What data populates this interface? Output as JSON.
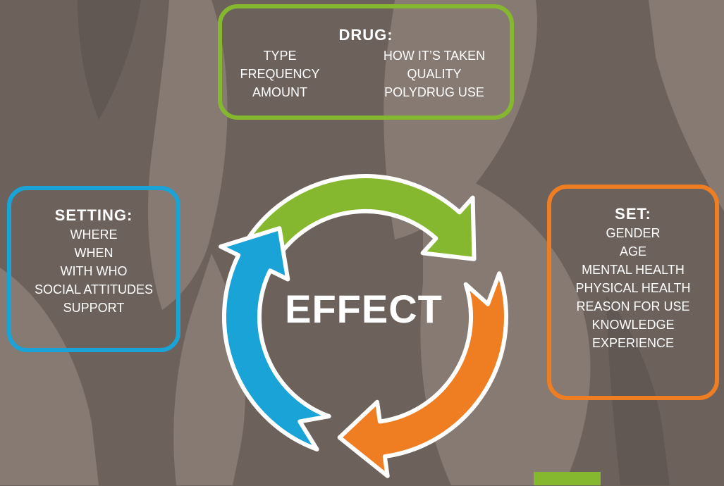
{
  "colors": {
    "background": "#6d625b",
    "leaf": "#867a72",
    "drug": "#86b82f",
    "setting": "#1aa3d6",
    "set": "#ef7d22",
    "text": "#ffffff"
  },
  "drug": {
    "title": "DRUG:",
    "left_items": [
      "TYPE",
      "FREQUENCY",
      "AMOUNT"
    ],
    "right_items": [
      "HOW IT’S TAKEN",
      "QUALITY",
      "POLYDRUG USE"
    ]
  },
  "setting": {
    "title": "SETTING:",
    "items": [
      "WHERE",
      "WHEN",
      "WITH WHO",
      "SOCIAL ATTITUDES",
      "SUPPORT"
    ]
  },
  "set": {
    "title": "SET:",
    "items": [
      "GENDER",
      "AGE",
      "MENTAL HEALTH",
      "PHYSICAL HEALTH",
      "REASON FOR USE",
      "KNOWLEDGE",
      "EXPERIENCE"
    ]
  },
  "center": {
    "label": "EFFECT"
  },
  "icons": [
    "leaf-background-icon",
    "cycle-arrow-icon"
  ]
}
